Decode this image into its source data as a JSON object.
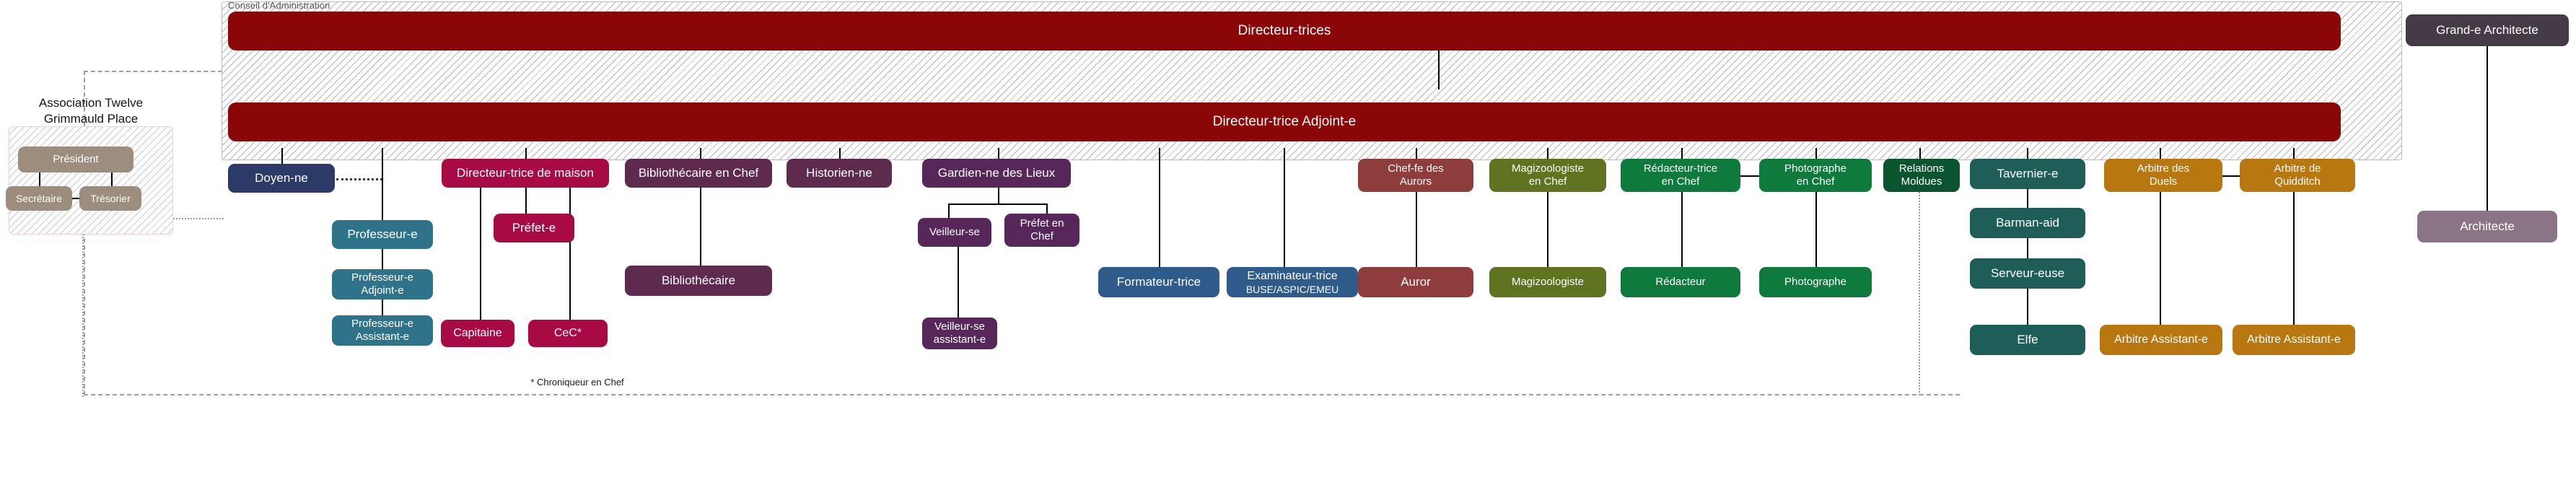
{
  "chart_data": {
    "type": "diagram",
    "title": "Organigramme Association Twelve Grimmauld Place",
    "diagram_kind": "organization-chart"
  },
  "groups": {
    "conseil": {
      "label": "Conseil d'Administration"
    },
    "association": {
      "title_line1": "Association Twelve",
      "title_line2": "Grimmauld Place"
    }
  },
  "footnote": {
    "text": "* Chroniqueur en Chef"
  },
  "colors": {
    "dark_red": "#8B0707",
    "navy": "#2B3A67",
    "teal_blue": "#2E7389",
    "crimson": "#A80B44",
    "plum": "#5E2A4E",
    "purple": "#57275A",
    "steel_blue": "#2F5B8A",
    "brick": "#8E3C3C",
    "olive": "#5F7320",
    "green": "#0E7A3C",
    "dark_green": "#0B5430",
    "deep_teal": "#1F5D59",
    "ochre": "#B8770F",
    "taupe": "#9C8D7E",
    "mauve": "#8A7486",
    "charcoal": "#453B46"
  },
  "association_nodes": [
    {
      "id": "president",
      "label": "Président"
    },
    {
      "id": "secretaire",
      "label": "Secrétaire"
    },
    {
      "id": "tresorier",
      "label": "Trésorier"
    }
  ],
  "top_nodes": [
    {
      "id": "directeur-trices",
      "label": "Directeur-trices"
    },
    {
      "id": "directeur-trice-adjoint",
      "label": "Directeur-trice Adjoint-e"
    },
    {
      "id": "grand-e-architecte",
      "label": "Grand-e Architecte"
    },
    {
      "id": "architecte",
      "label": "Architecte"
    }
  ],
  "branches": [
    {
      "id": "doyen",
      "color": "navy",
      "nodes": [
        {
          "id": "doyen-ne",
          "label": "Doyen-ne"
        }
      ]
    },
    {
      "id": "professeur",
      "color": "teal_blue",
      "nodes": [
        {
          "id": "professeur-e",
          "label": "Professeur-e"
        },
        {
          "id": "professeur-e-adjoint-e",
          "label": "Professeur-e\nAdjoint-e",
          "line1": "Professeur-e",
          "line2": "Adjoint-e"
        },
        {
          "id": "professeur-e-assistant-e",
          "label": "Professeur-e\nAssistant-e",
          "line1": "Professeur-e",
          "line2": "Assistant-e"
        }
      ]
    },
    {
      "id": "maison",
      "color": "crimson",
      "nodes": [
        {
          "id": "directeur-trice-de-maison",
          "label": "Directeur-trice de maison"
        },
        {
          "id": "prefet-e",
          "label": "Préfet-e"
        },
        {
          "id": "capitaine",
          "label": "Capitaine"
        },
        {
          "id": "cec",
          "label": "CeC*"
        }
      ]
    },
    {
      "id": "bibliotheque",
      "color": "plum",
      "nodes": [
        {
          "id": "bibliothecaire-en-chef",
          "label": "Bibliothécaire en Chef"
        },
        {
          "id": "bibliothecaire",
          "label": "Bibliothécaire"
        }
      ]
    },
    {
      "id": "historien",
      "color": "plum",
      "nodes": [
        {
          "id": "historien-ne",
          "label": "Historien-ne"
        }
      ]
    },
    {
      "id": "gardien",
      "color": "purple",
      "nodes": [
        {
          "id": "gardien-ne-des-lieux",
          "label": "Gardien-ne des Lieux"
        },
        {
          "id": "veilleur-se",
          "label": "Veilleur-se"
        },
        {
          "id": "prefet-en-chef",
          "label": "Préfet en\nChef",
          "line1": "Préfet en",
          "line2": "Chef"
        },
        {
          "id": "veilleur-se-assistant",
          "label": "Veilleur-se\nassistant-e",
          "line1": "Veilleur-se",
          "line2": "assistant-e"
        }
      ]
    },
    {
      "id": "formateur",
      "color": "steel_blue",
      "nodes": [
        {
          "id": "formateur-trice",
          "label": "Formateur-trice"
        }
      ]
    },
    {
      "id": "examinateur",
      "color": "steel_blue",
      "nodes": [
        {
          "id": "examinateur-trice",
          "label": "Examinateur-trice",
          "sub": "BUSE/ASPIC/EMEU"
        }
      ]
    },
    {
      "id": "aurors",
      "color": "brick",
      "nodes": [
        {
          "id": "chef-fe-des-aurors",
          "label": "Chef-fe des\nAurors",
          "line1": "Chef-fe des",
          "line2": "Aurors"
        },
        {
          "id": "auror",
          "label": "Auror"
        }
      ]
    },
    {
      "id": "magizoologie",
      "color": "olive",
      "nodes": [
        {
          "id": "magizoologiste-en-chef",
          "label": "Magizoologiste\nen Chef",
          "line1": "Magizoologiste",
          "line2": "en Chef"
        },
        {
          "id": "magizoologiste",
          "label": "Magizoologiste"
        }
      ]
    },
    {
      "id": "redaction",
      "color": "green",
      "nodes": [
        {
          "id": "redacteur-trice-en-chef",
          "label": "Rédacteur-trice\nen Chef",
          "line1": "Rédacteur-trice",
          "line2": "en Chef"
        },
        {
          "id": "redacteur",
          "label": "Rédacteur"
        }
      ]
    },
    {
      "id": "photographie",
      "color": "green",
      "nodes": [
        {
          "id": "photographe-en-chef",
          "label": "Photographe\nen Chef",
          "line1": "Photographe",
          "line2": "en Chef"
        },
        {
          "id": "photographe",
          "label": "Photographe"
        }
      ]
    },
    {
      "id": "moldues",
      "color": "dark_green",
      "nodes": [
        {
          "id": "relations-moldues",
          "label": "Relations\nMoldues",
          "line1": "Relations",
          "line2": "Moldues"
        }
      ]
    },
    {
      "id": "taverne",
      "color": "deep_teal",
      "nodes": [
        {
          "id": "tavernier-e",
          "label": "Tavernier-e"
        },
        {
          "id": "barman-aid",
          "label": "Barman-aid"
        },
        {
          "id": "serveur-euse",
          "label": "Serveur-euse"
        },
        {
          "id": "elfe",
          "label": "Elfe"
        }
      ]
    },
    {
      "id": "arbitre-duels",
      "color": "ochre",
      "nodes": [
        {
          "id": "arbitre-des-duels",
          "label": "Arbitre des\nDuels",
          "line1": "Arbitre des",
          "line2": "Duels"
        },
        {
          "id": "arbitre-assistant-e-duels",
          "label": "Arbitre Assistant-e"
        }
      ]
    },
    {
      "id": "arbitre-quidditch",
      "color": "ochre",
      "nodes": [
        {
          "id": "arbitre-de-quidditch",
          "label": "Arbitre de\nQuidditch",
          "line1": "Arbitre de",
          "line2": "Quidditch"
        },
        {
          "id": "arbitre-assistant-e-quidditch",
          "label": "Arbitre Assistant-e"
        }
      ]
    }
  ]
}
